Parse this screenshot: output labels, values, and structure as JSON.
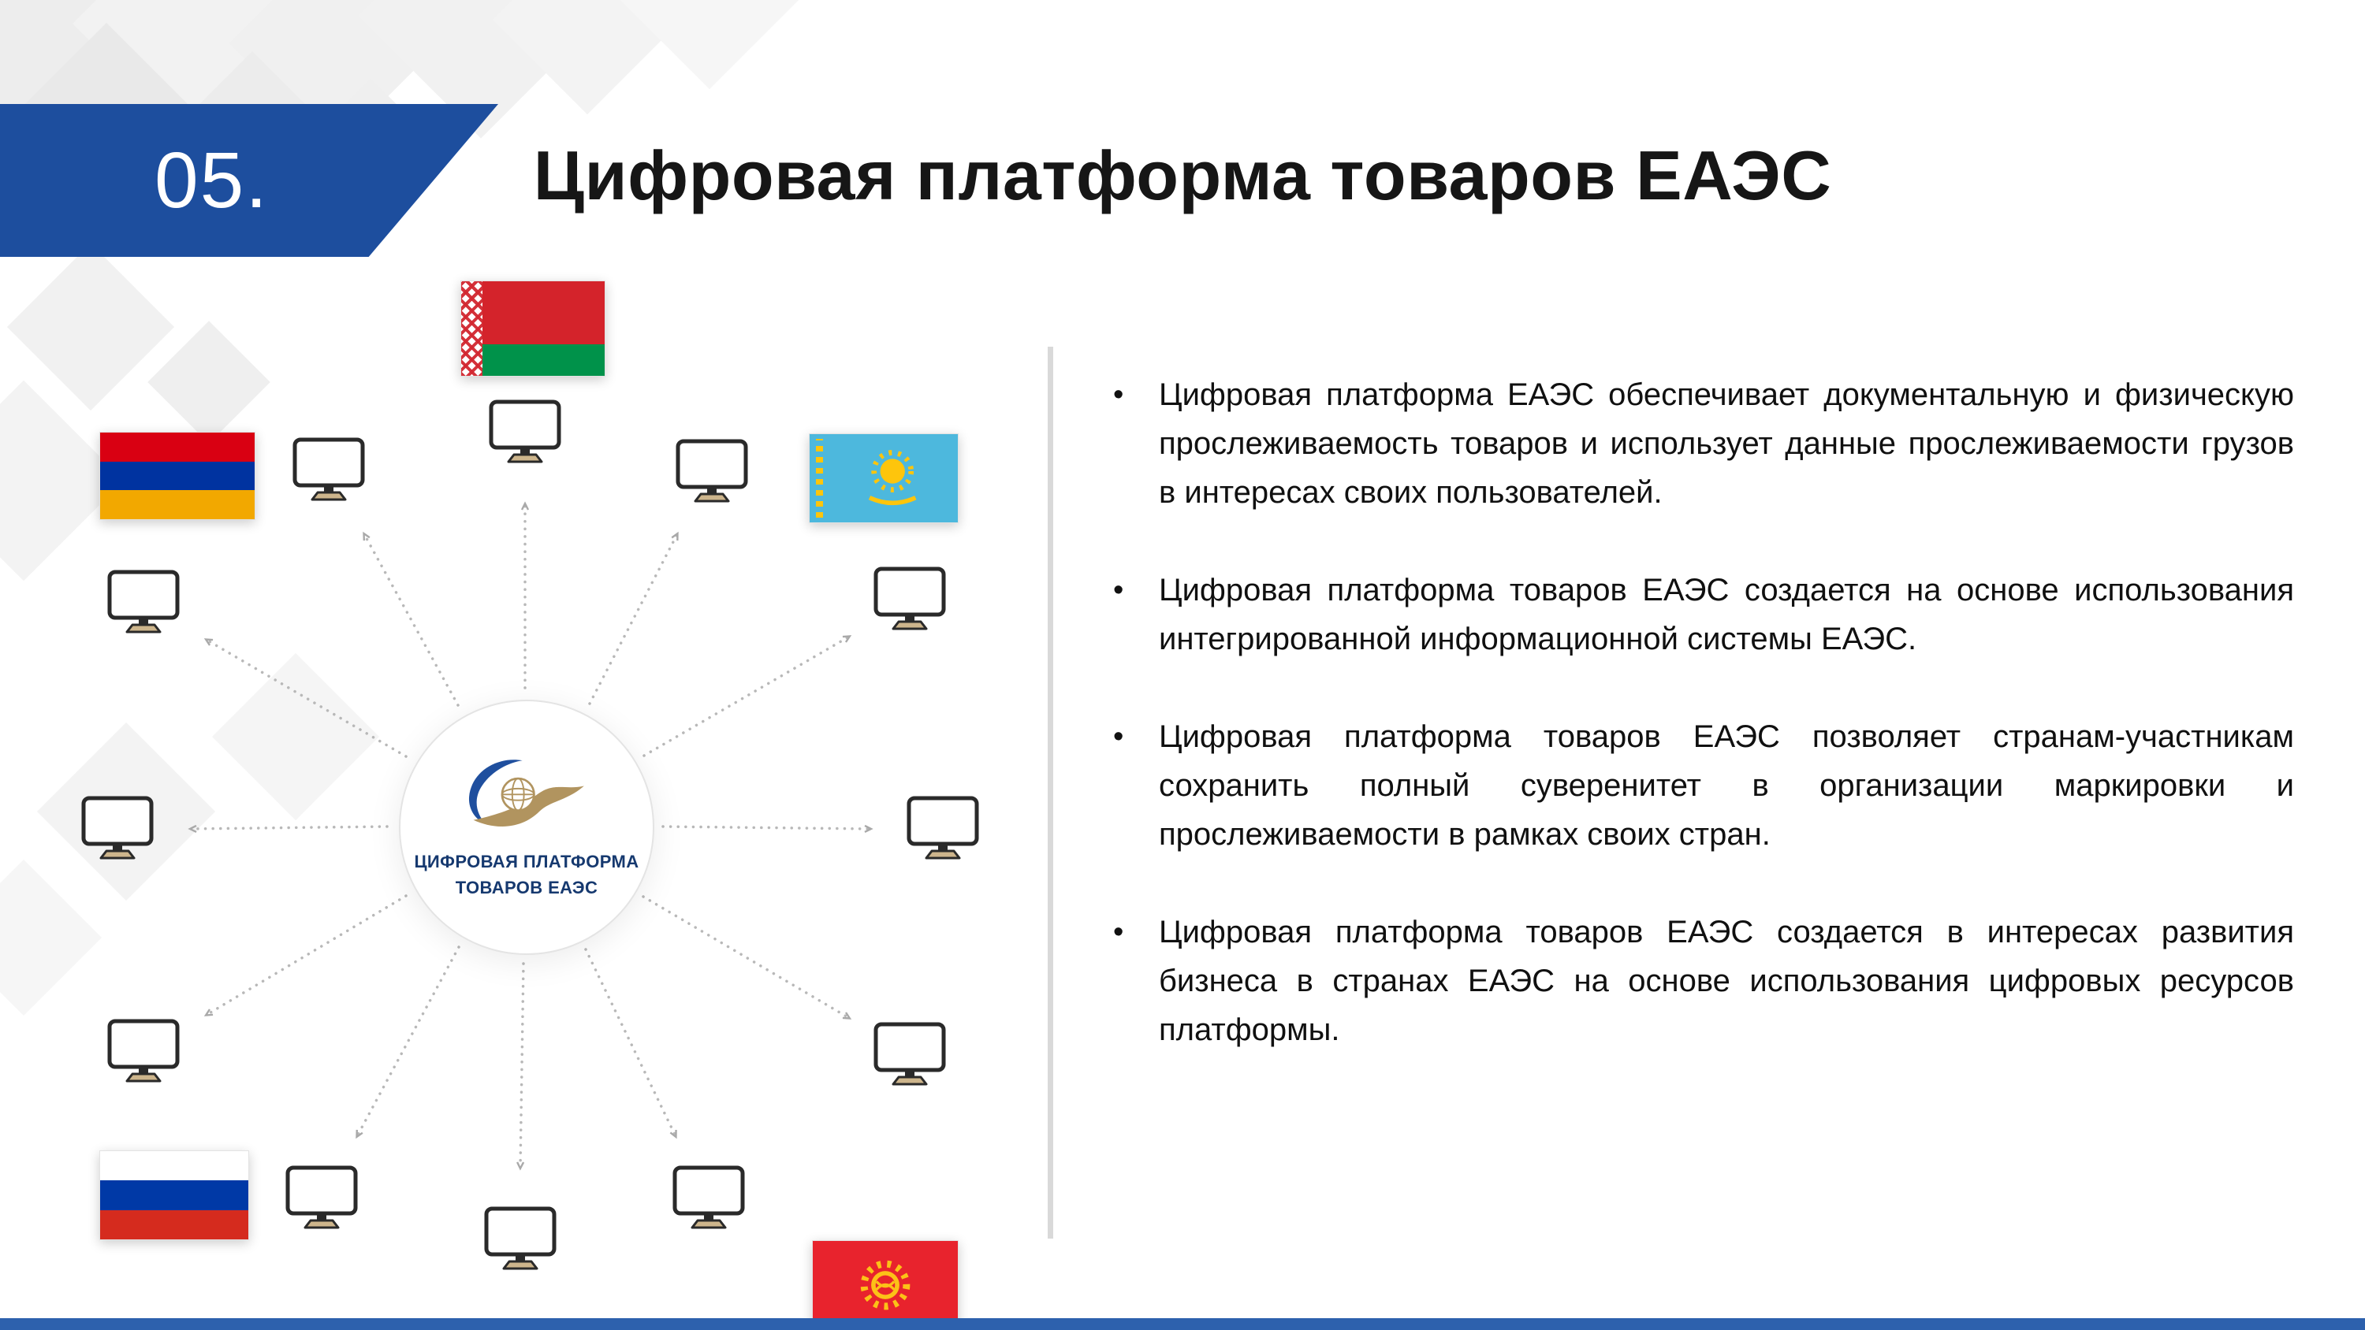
{
  "slide": {
    "number": "05.",
    "title": "Цифровая платформа товаров ЕАЭС"
  },
  "bullet_char": "•",
  "bullets": [
    "Цифровая платформа ЕАЭС обеспечивает документальную и физическую прослеживаемость товаров и использует данные прослеживаемости грузов в интересах своих пользователей.",
    "Цифровая платформа товаров ЕАЭС создается на основе использования  интегрированной информационной системы ЕАЭС.",
    "Цифровая платформа товаров ЕАЭС позволяет странам-участникам сохранить полный суверенитет в организации маркировки и прослеживаемости в рамках своих стран.",
    "Цифровая платформа товаров ЕАЭС создается в интересах развития бизнеса в странах ЕАЭС на основе использования цифровых ресурсов платформы."
  ],
  "diagram": {
    "hub": {
      "label_line1": "ЦИФРОВАЯ ПЛАТФОРМА",
      "label_line2": "ТОВАРОВ ЕАЭС",
      "logo_icon": "eaeu-logo"
    },
    "node_icon": "computer-monitor-icon",
    "flag_icons": [
      "belarus-flag-icon",
      "armenia-flag-icon",
      "kazakhstan-flag-icon",
      "russia-flag-icon",
      "kyrgyzstan-flag-icon"
    ]
  },
  "colors": {
    "ribbon_blue": "#1d4e9e",
    "footer_blue": "#2d61ad",
    "hub_navy": "#16396f",
    "logo_blue": "#1f4f9e",
    "logo_gold": "#b1945f"
  }
}
